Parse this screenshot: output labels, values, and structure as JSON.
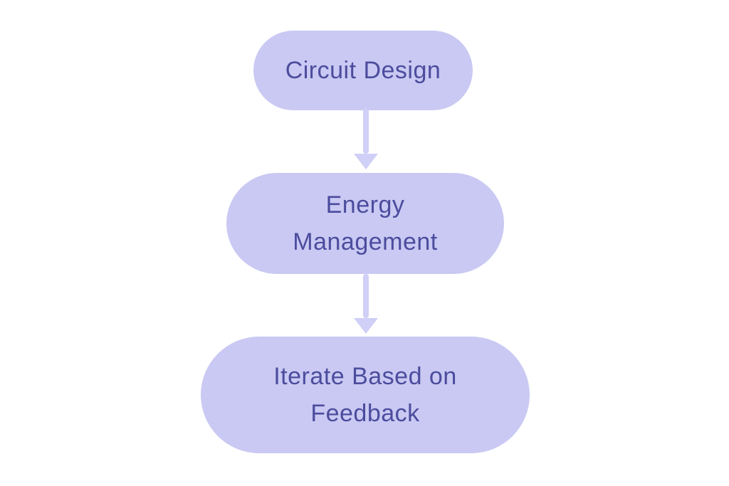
{
  "diagram": {
    "type": "flowchart",
    "direction": "top-down",
    "nodes": [
      {
        "id": "circuit-design",
        "label": "Circuit Design",
        "lines": [
          "Circuit Design"
        ]
      },
      {
        "id": "energy-management",
        "label": "Energy Management",
        "lines": [
          "Energy",
          "Management"
        ]
      },
      {
        "id": "iterate-based-on-feedback",
        "label": "Iterate Based on Feedback",
        "lines": [
          "Iterate Based on",
          "Feedback"
        ]
      }
    ],
    "edges": [
      {
        "from": "circuit-design",
        "to": "energy-management",
        "style": "down-arrow"
      },
      {
        "from": "energy-management",
        "to": "iterate-based-on-feedback",
        "style": "down-arrow"
      }
    ]
  },
  "colors": {
    "page-bg": "#ffffff",
    "node-fill": "#c9c9f3",
    "node-text": "#4c4c9e",
    "arrow": "#cfcff7"
  }
}
